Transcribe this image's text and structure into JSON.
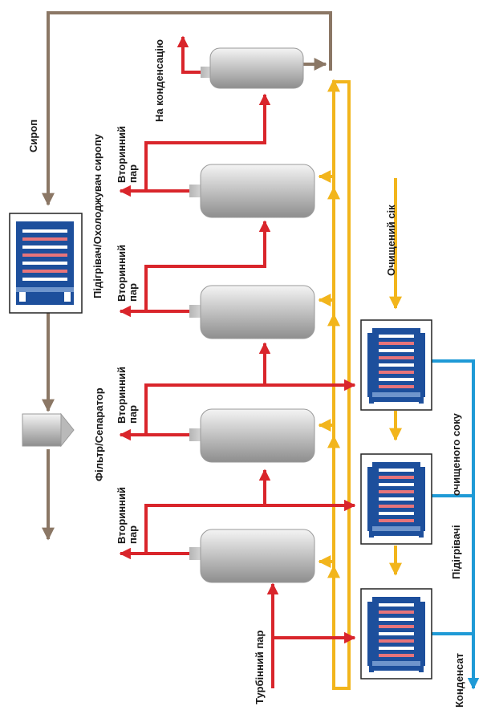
{
  "labels": {
    "syrup": "Сироп",
    "heater_cooler": "Підігрівач/Охолоджувач сиропу",
    "to_condensation": "На конденсацію",
    "secondary_steam_line1": "Вторинний",
    "secondary_steam_line2": "пар",
    "clarified_juice": "Очищений сік",
    "filter_separator": "Фільтр/Сепаратор",
    "juice_heaters_line1": "Підігрівачі",
    "juice_heaters_line2": "очищеного соку",
    "turbine_steam": "Турбінний пар",
    "condensate": "Конденсат"
  },
  "colors": {
    "syrup_line": "#8b7765",
    "steam_line": "#d9252b",
    "juice_line": "#f2b51c",
    "condensate_line": "#1f9ad6",
    "heat_exchanger": "#1d4f9c",
    "evaporator_body": "#c9c9c9"
  }
}
